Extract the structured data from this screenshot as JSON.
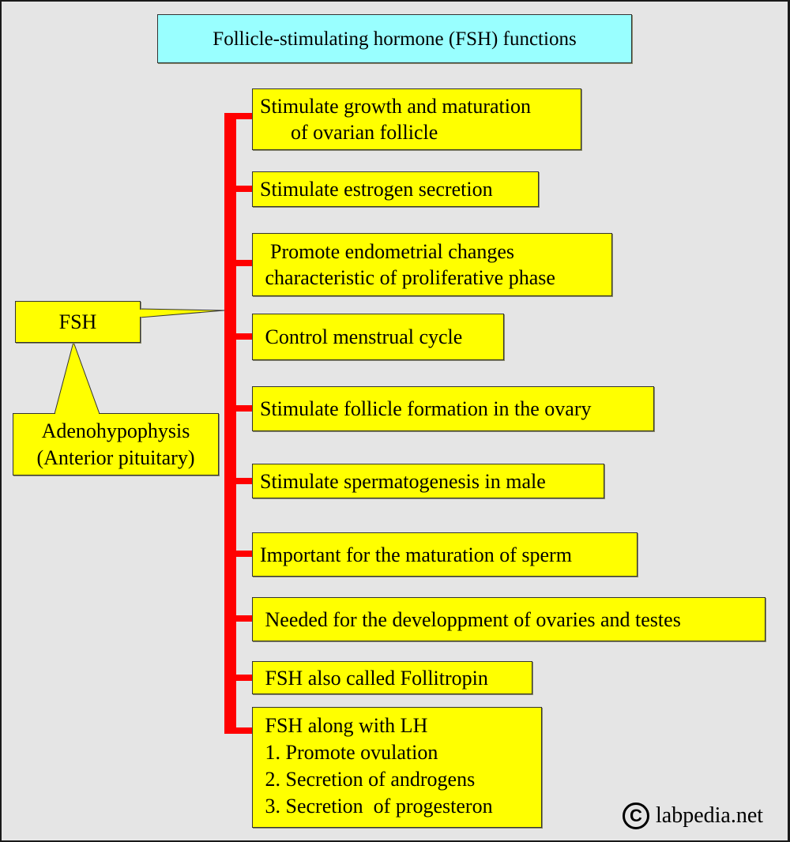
{
  "title": "Follicle-stimulating hormone (FSH) functions",
  "source": {
    "hormone_label": "FSH",
    "gland_lines": [
      "Adenohypophysis",
      "(Anterior pituitary)"
    ]
  },
  "functions": [
    {
      "lines": [
        "Stimulate growth and maturation",
        "      of ovarian follicle"
      ]
    },
    {
      "lines": [
        "Stimulate estrogen secretion"
      ]
    },
    {
      "lines": [
        "  Promote endometrial changes",
        " characteristic of proliferative phase"
      ]
    },
    {
      "lines": [
        " Control menstrual cycle"
      ]
    },
    {
      "lines": [
        "Stimulate follicle formation in the ovary"
      ]
    },
    {
      "lines": [
        "Stimulate spermatogenesis in male"
      ]
    },
    {
      "lines": [
        "Important for the maturation of sperm"
      ]
    },
    {
      "lines": [
        " Needed for the developpment of ovaries and testes"
      ]
    },
    {
      "lines": [
        " FSH also called Follitropin"
      ]
    },
    {
      "lines": [
        " FSH along with LH",
        " 1. Promote ovulation",
        " 2. Secretion of androgens",
        " 3. Secretion  of progesteron"
      ]
    }
  ],
  "watermark": {
    "icon": "copyright-icon",
    "symbol": "C",
    "text": "labpedia.net"
  },
  "colors": {
    "box_fill": "#ffff00",
    "title_fill": "#99ffff",
    "connector": "#ff0000",
    "background": "#e5e5e5"
  }
}
